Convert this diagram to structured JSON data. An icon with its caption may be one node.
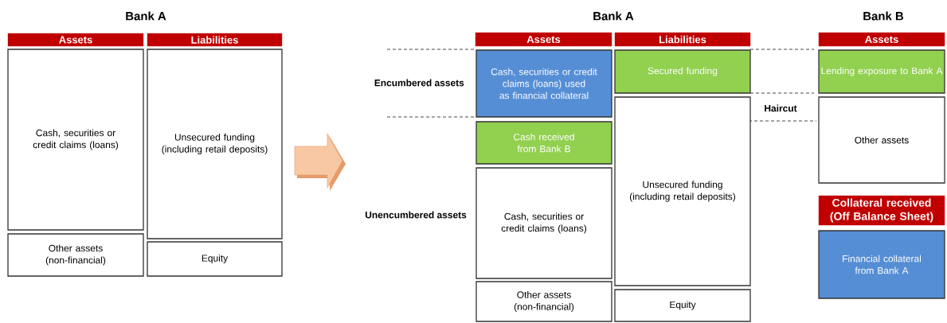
{
  "diagram": {
    "nodes": [
      {
        "text": [
          "Assets"
        ]
      },
      {
        "text": [
          "Liabilities"
        ]
      },
      {
        "text": [
          "Cash, securities or credit claims (loans)"
        ]
      },
      {
        "text": [
          "Unsecured funding (including retail deposits)"
        ]
      },
      {
        "text": [
          "Other assets (non-financial)"
        ]
      },
      {
        "text": [
          "Equity"
        ]
      },
      {
        "text": [
          "Assets"
        ]
      },
      {
        "text": [
          "Liabilities"
        ]
      },
      {
        "text": [
          "Cash, securities or credit claims (loans) used as financial collateral"
        ]
      },
      {
        "text": [
          "Secured funding"
        ]
      },
      {
        "text": [
          "Cash received from Bank B"
        ]
      },
      {
        "text": [
          "Unsecured funding (including retail deposits)"
        ]
      },
      {
        "text": [
          "Cash, securities or credit claims (loans)"
        ]
      },
      {
        "text": [
          "Other assets (non-financial)"
        ]
      },
      {
        "text": [
          "Equity"
        ]
      },
      {
        "text": [
          "Assets"
        ]
      },
      {
        "text": [
          "Lending exposure to Bank A"
        ]
      },
      {
        "text": [
          "Other assets"
        ]
      },
      {
        "text": [
          "Collateral received (Off Balance Sheet)"
        ]
      },
      {
        "text": [
          "Financial collateral from Bank A"
        ]
      }
    ],
    "labels": [
      "Bank A",
      "Bank A",
      "Bank B",
      "Encumbered assets",
      "Haircut",
      "Unencumbered assets"
    ]
  }
}
